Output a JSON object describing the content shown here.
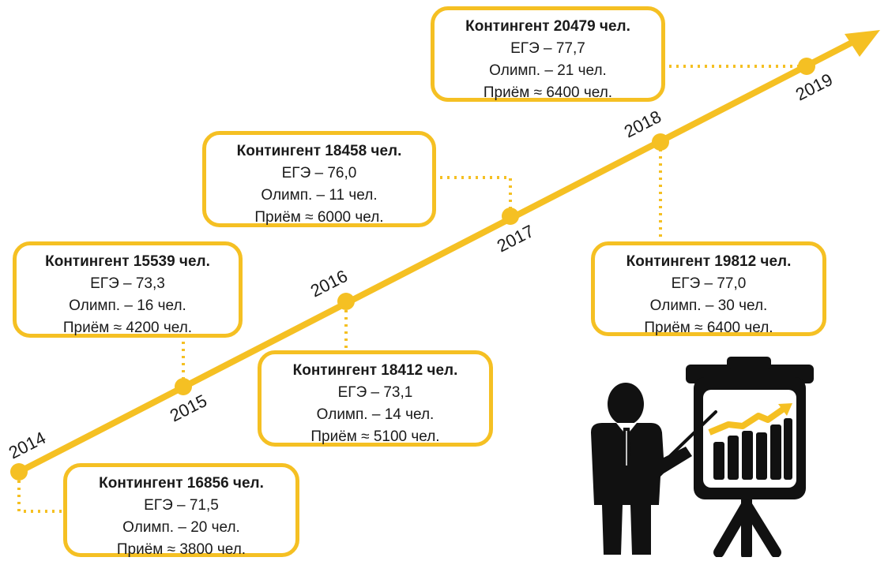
{
  "colors": {
    "accent": "#f5c023",
    "ink": "#111111",
    "background": "#ffffff"
  },
  "timeline": [
    {
      "year": "2014",
      "headcount": "Контингент 16856 чел.",
      "ege": "ЕГЭ – 71,5",
      "olymp": "Олимп. – 20 чел.",
      "intake": "Приём ≈ 3800 чел."
    },
    {
      "year": "2015",
      "headcount": "Контингент 15539 чел.",
      "ege": "ЕГЭ – 73,3",
      "olymp": "Олимп. – 16 чел.",
      "intake": "Приём ≈ 4200 чел."
    },
    {
      "year": "2016",
      "headcount": "Контингент 18412 чел.",
      "ege": "ЕГЭ – 73,1",
      "olymp": "Олимп. – 14 чел.",
      "intake": "Приём ≈ 5100 чел."
    },
    {
      "year": "2017",
      "headcount": "Контингент 18458 чел.",
      "ege": "ЕГЭ – 76,0",
      "olymp": "Олимп. – 11 чел.",
      "intake": "Приём ≈ 6000 чел."
    },
    {
      "year": "2018",
      "headcount": "Контингент 19812 чел.",
      "ege": "ЕГЭ – 77,0",
      "olymp": "Олимп. – 30 чел.",
      "intake": "Приём ≈ 6400 чел."
    },
    {
      "year": "2019",
      "headcount": "Контингент 20479 чел.",
      "ege": "ЕГЭ – 77,7",
      "olymp": "Олимп. – 21 чел.",
      "intake": "Приём ≈ 6400 чел."
    }
  ],
  "illustration": {
    "icon": "presenter-with-growth-chart-icon"
  }
}
